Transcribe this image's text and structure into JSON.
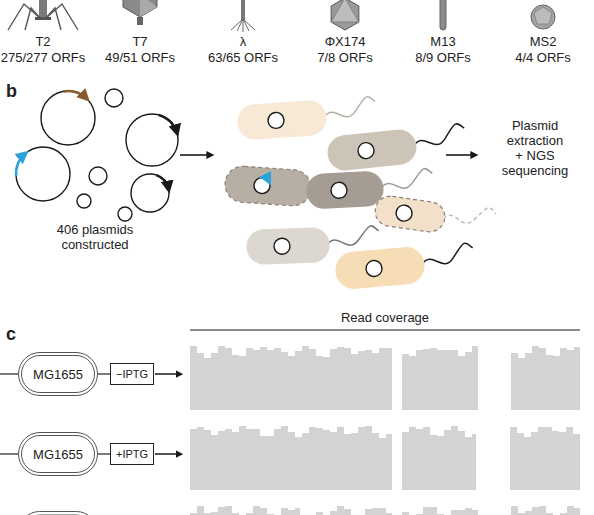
{
  "diagram": {
    "nodes": [
      {
        "text": [
          "MG1655"
        ]
      },
      {
        "text": [
          "−IPTG"
        ]
      },
      {
        "text": [
          "MG1655"
        ]
      },
      {
        "text": [
          "+IPTG"
        ]
      }
    ],
    "edges": [
      {
        "from": 0,
        "to": 1,
        "arrow": "none"
      },
      {
        "from": 2,
        "to": 3,
        "arrow": "none"
      }
    ],
    "labels": [
      "T2",
      "275/277 ORFs",
      "T7",
      "49/51 ORFs",
      "λ",
      "63/65 ORFs",
      "ΦX174",
      "7/8 ORFs",
      "M13",
      "8/9 ORFs",
      "MS2",
      "4/4 ORFs",
      "b",
      "406 plasmids constructed",
      "Plasmid extraction + NGS sequencing",
      "c",
      "Read coverage"
    ]
  }
}
